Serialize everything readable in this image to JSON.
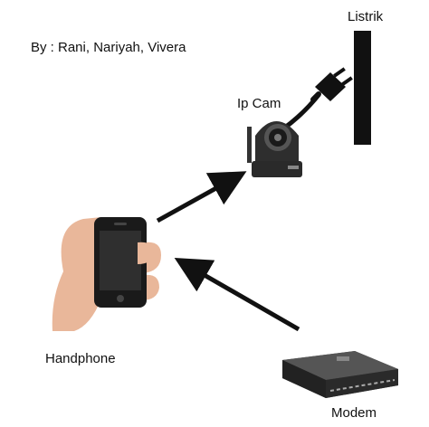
{
  "author": "By : Rani, Nariyah, Vivera",
  "labels": {
    "listrik": "Listrik",
    "ip_cam": "Ip Cam",
    "handphone": "Handphone",
    "modem": "Modem"
  },
  "colors": {
    "arrow": "#111111",
    "wall": "#111111",
    "camera_body": "#2b2b2b",
    "phone_body": "#1a1a1a",
    "skin": "#e9b79a",
    "modem_body": "#3a3a3a"
  },
  "icons": [
    "electric-plug-icon",
    "ip-camera-icon",
    "smartphone-icon",
    "modem-icon",
    "hand-icon"
  ]
}
